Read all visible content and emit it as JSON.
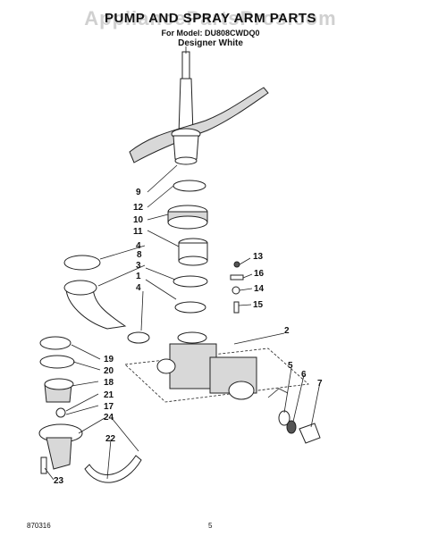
{
  "header": {
    "watermark": "AppliancePartsPros.com",
    "title": "PUMP AND SPRAY ARM PARTS",
    "model_line": "For Model: DU808CWDQ0",
    "color_line": "Designer White"
  },
  "callouts": {
    "c9": "9",
    "c12": "12",
    "c10": "10",
    "c11": "11",
    "c4a": "4",
    "c3": "3",
    "c8": "8",
    "c1": "1",
    "c4b": "4",
    "c13": "13",
    "c16": "16",
    "c14": "14",
    "c15": "15",
    "c2": "2",
    "c5": "5",
    "c6": "6",
    "c7": "7",
    "c19": "19",
    "c20": "20",
    "c18": "18",
    "c21": "21",
    "c17": "17",
    "c24": "24",
    "c22": "22",
    "c23": "23"
  },
  "footer": {
    "doc_number": "870316",
    "page_number": "5"
  }
}
